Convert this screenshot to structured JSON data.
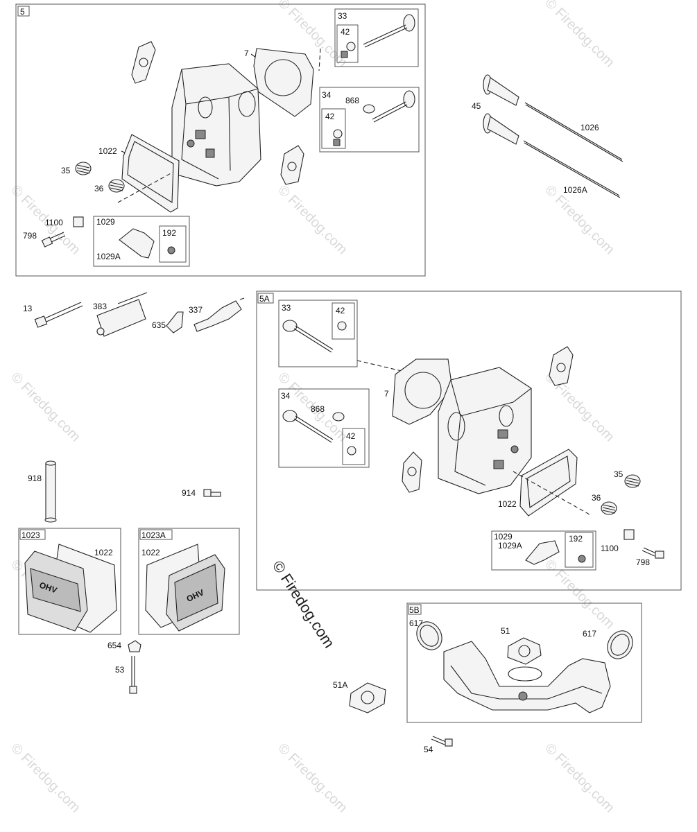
{
  "watermark": "© Firedog.com",
  "watermark_center": "© Firedog.com",
  "groups": {
    "g5": {
      "tag": "5"
    },
    "g5a": {
      "tag": "5A"
    },
    "g5b": {
      "tag": "5B"
    },
    "g1023": {
      "tag": "1023"
    },
    "g1023a": {
      "tag": "1023A"
    }
  },
  "labels": {
    "top_33": "33",
    "top_42a": "42",
    "top_7": "7",
    "top_34": "34",
    "top_868": "868",
    "top_42b": "42",
    "top_1022": "1022",
    "top_35": "35",
    "top_36": "36",
    "top_1100": "1100",
    "top_798": "798",
    "top_1029": "1029",
    "top_1029a": "1029A",
    "top_192": "192",
    "r_45": "45",
    "r_1026": "1026",
    "r_1026a": "1026A",
    "m_13": "13",
    "m_383": "383",
    "m_337": "337",
    "m_635": "635",
    "m_918": "918",
    "m_914": "914",
    "c_1022a": "1022",
    "c_1022b": "1022",
    "c_654": "654",
    "c_53": "53",
    "a_33": "33",
    "a_42a": "42",
    "a_34": "34",
    "a_868": "868",
    "a_42b": "42",
    "a_7": "7",
    "a_1022": "1022",
    "a_35": "35",
    "a_36": "36",
    "a_1029": "1029",
    "a_1029a": "1029A",
    "a_192": "192",
    "a_1100": "1100",
    "a_798": "798",
    "b_617a": "617",
    "b_51": "51",
    "b_617b": "617",
    "b_51a": "51A",
    "b_54": "54"
  },
  "cover_text": "OHV"
}
